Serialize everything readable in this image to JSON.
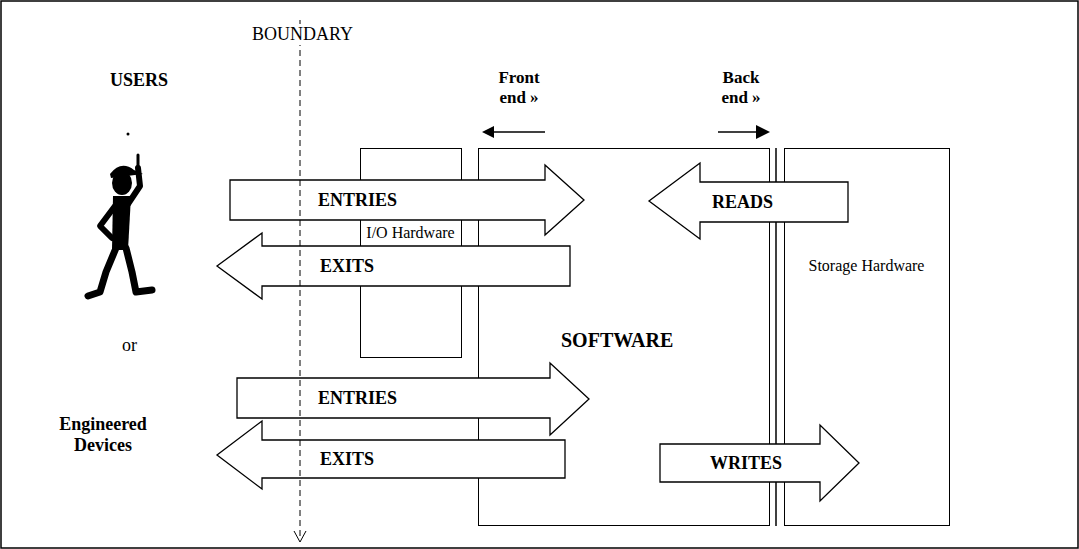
{
  "diagram": {
    "nodes": [
      {
        "text": [
          "I/O Hardware"
        ]
      },
      {
        "text": [
          "SOFTWARE"
        ]
      },
      {
        "text": [
          "Storage Hardware"
        ]
      },
      {
        "text": [
          "ENTRIES"
        ]
      },
      {
        "text": [
          "READS"
        ]
      },
      {
        "text": [
          "EXITS"
        ]
      },
      {
        "text": [
          "ENTRIES"
        ]
      },
      {
        "text": [
          "EXITS"
        ]
      },
      {
        "text": [
          "WRITES"
        ]
      }
    ],
    "labels": [
      "BOUNDARY",
      "USERS",
      "Front end »",
      "Back end »",
      "or",
      "Engineered Devices"
    ]
  }
}
